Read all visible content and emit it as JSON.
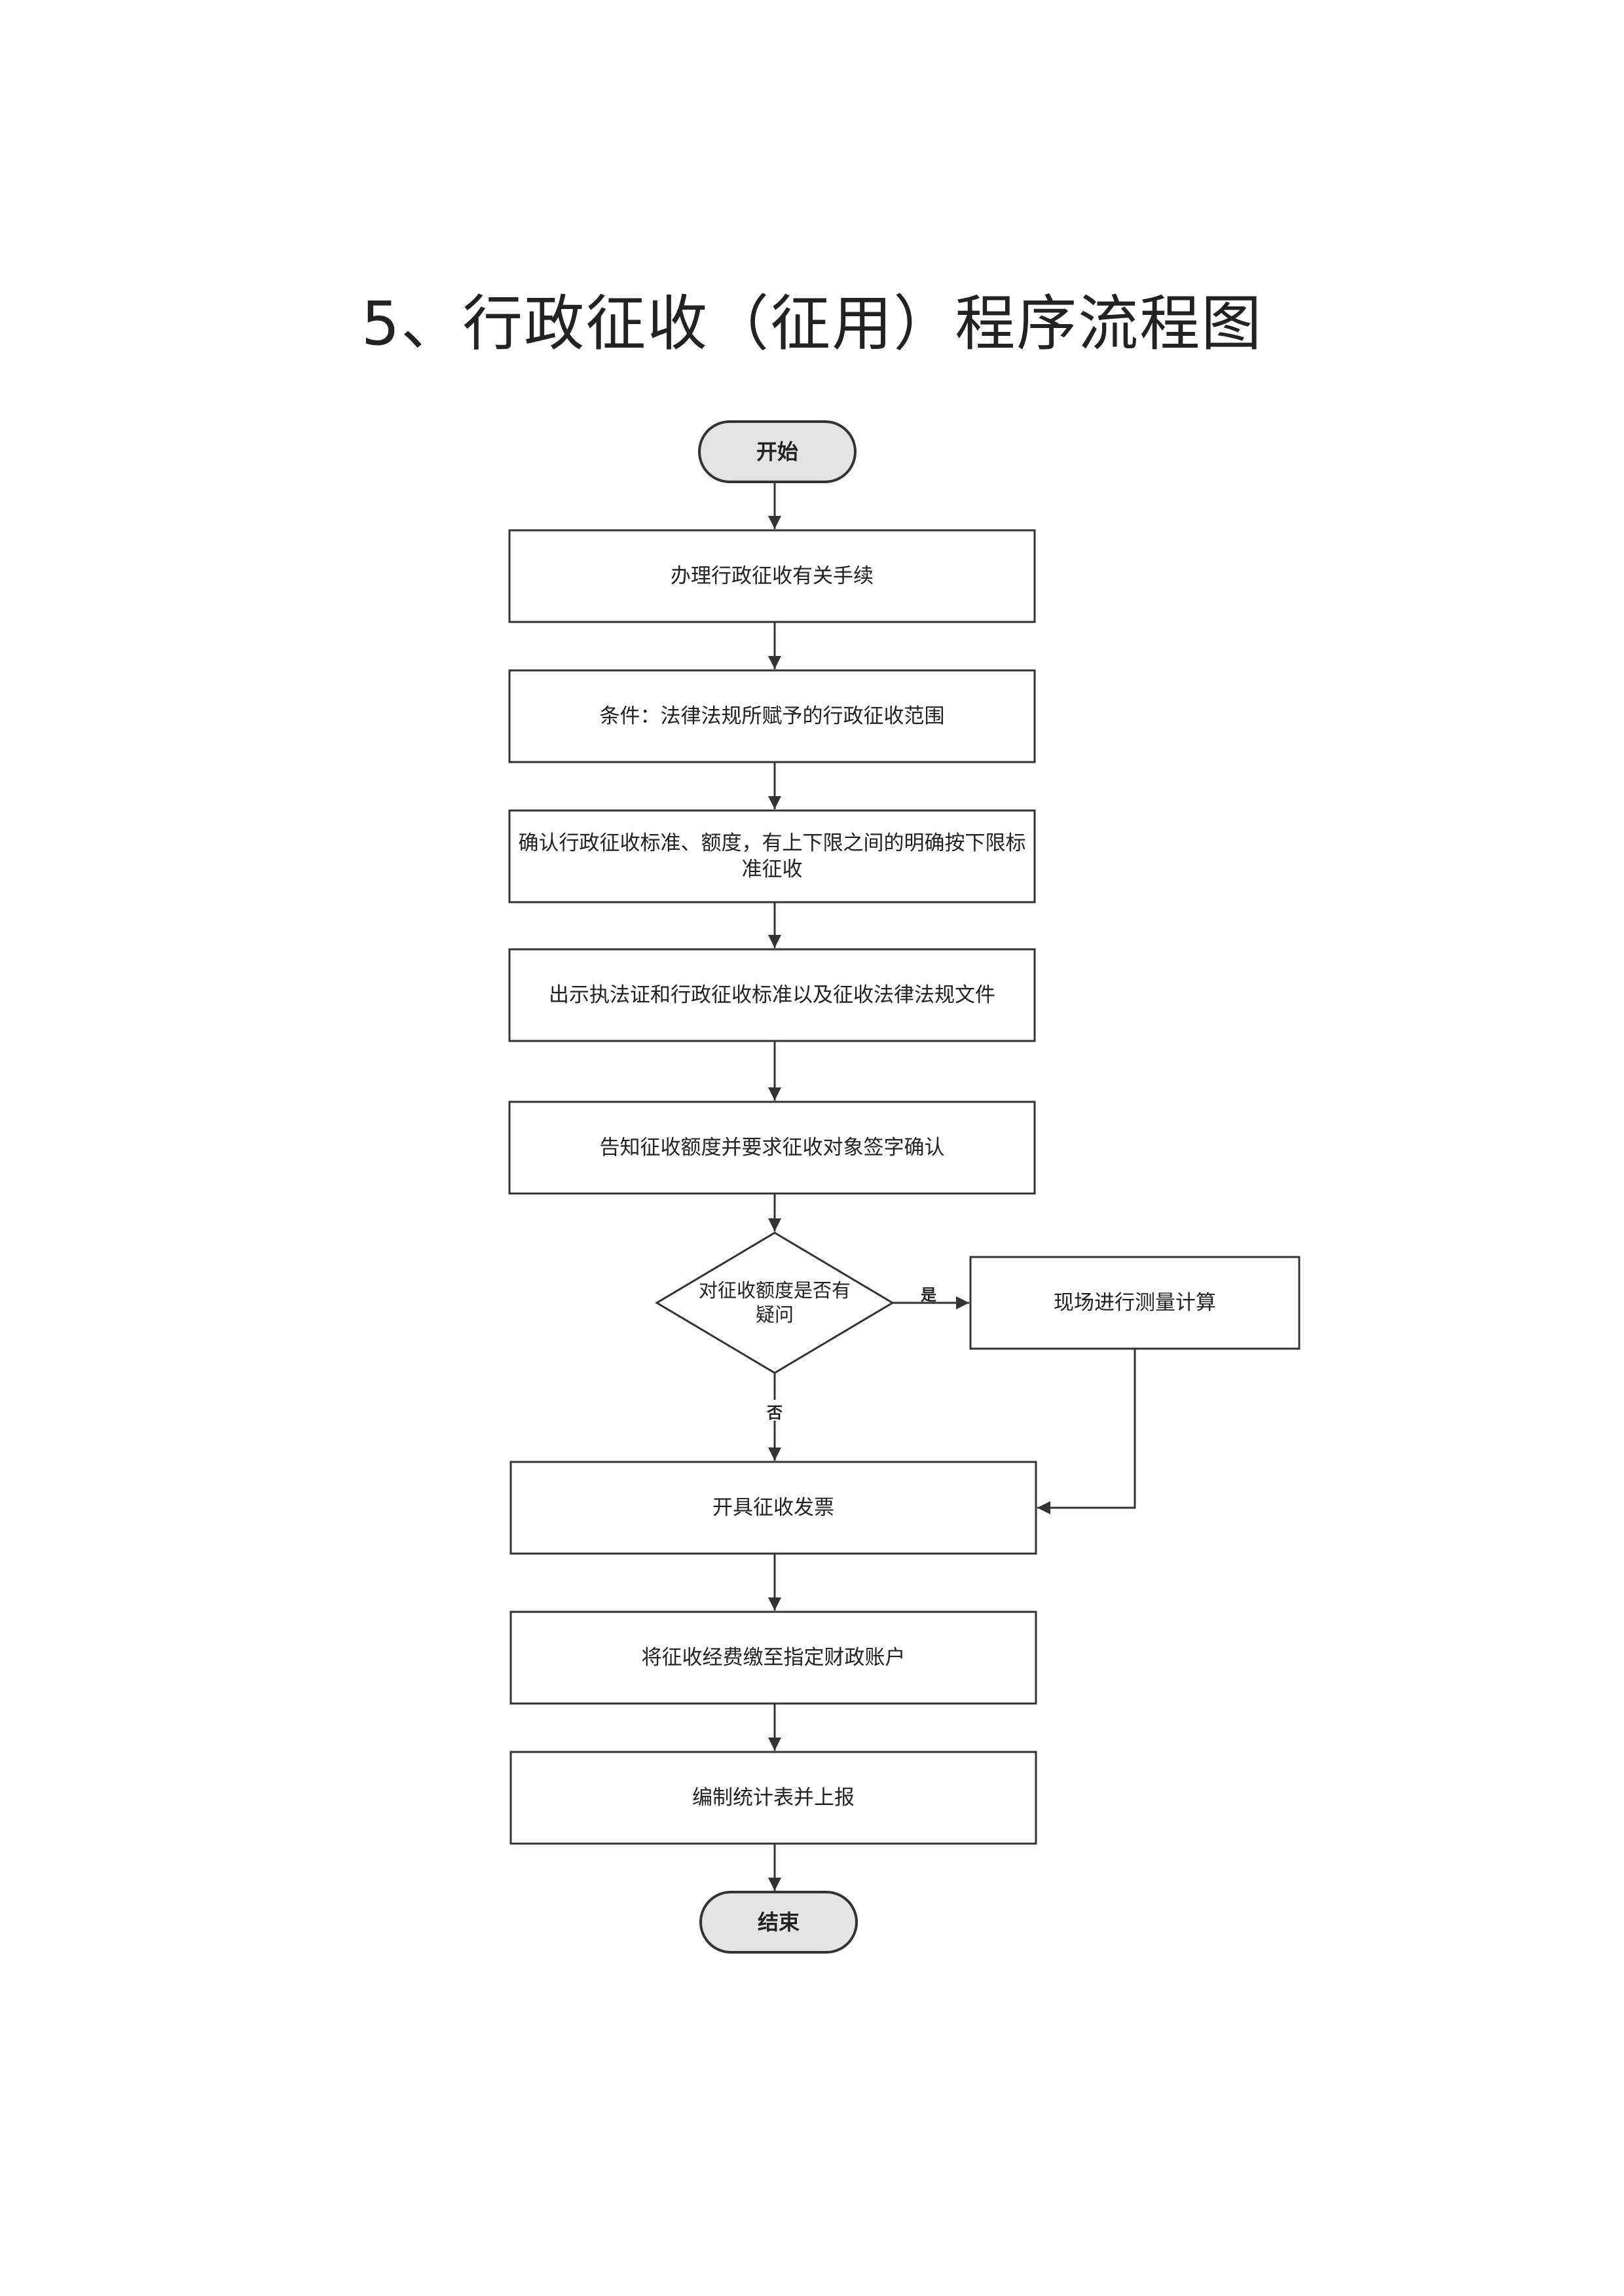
{
  "title": "5、行政征收（征用）程序流程图",
  "nodes": {
    "start": "开始",
    "step1": "办理行政征收有关手续",
    "step2": "条件：法律法规所赋予的行政征收范围",
    "step3": "确认行政征收标准、额度，有上下限之间的明确按下限标准征收",
    "step4": "出示执法证和行政征收标准以及征收法律法规文件",
    "step5": "告知征收额度并要求征收对象签字确认",
    "decision": "对征收额度是否有疑问",
    "side": "现场进行测量计算",
    "step6": "开具征收发票",
    "step7": "将征收经费缴至指定财政账户",
    "step8": "编制统计表并上报",
    "end": "结束"
  },
  "edge_labels": {
    "yes": "是",
    "no": "否"
  },
  "colors": {
    "terminal_fill": "#e4e4e4",
    "stroke": "#333333"
  }
}
